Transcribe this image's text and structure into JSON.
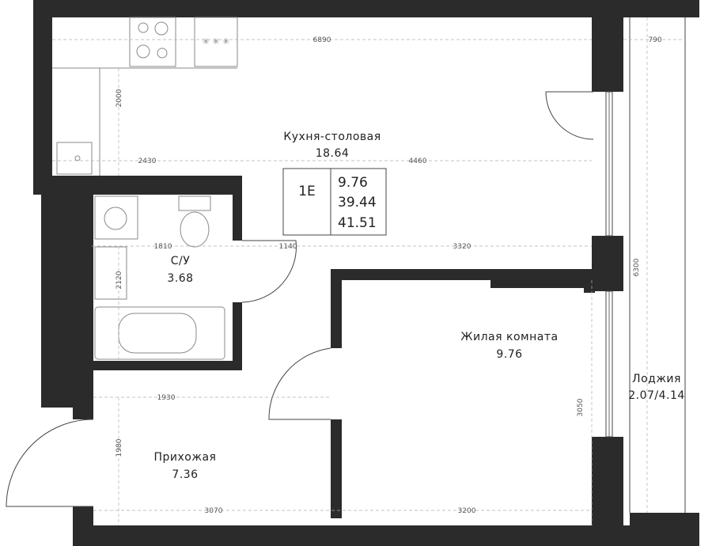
{
  "rooms": {
    "kitchen": {
      "name": "Кухня-столовая",
      "area": "18.64"
    },
    "bathroom": {
      "name": "С/У",
      "area": "3.68"
    },
    "living": {
      "name": "Жилая комната",
      "area": "9.76"
    },
    "hallway": {
      "name": "Прихожая",
      "area": "7.36"
    },
    "loggia": {
      "name": "Лоджия",
      "area": "2.07/4.14"
    }
  },
  "info_box": {
    "type": "1Е",
    "living_area": "9.76",
    "total_area": "39.44",
    "total_with_loggia": "41.51"
  },
  "dimensions": {
    "top_width": "6890",
    "loggia_width": "790",
    "kitchen_depth": "2000",
    "kitchen_left": "2430",
    "kitchen_right": "4460",
    "bath_width": "1810",
    "corridor_width": "1140",
    "living_width_top": "3320",
    "bath_depth": "2120",
    "right_height": "6300",
    "hall_width": "1930",
    "hall_depth": "1980",
    "living_depth": "3050",
    "bottom_left": "3070",
    "bottom_right": "3200"
  },
  "colors": {
    "wall": "#2b2b2b",
    "fixture": "#8a8a8a",
    "text": "#222222"
  }
}
